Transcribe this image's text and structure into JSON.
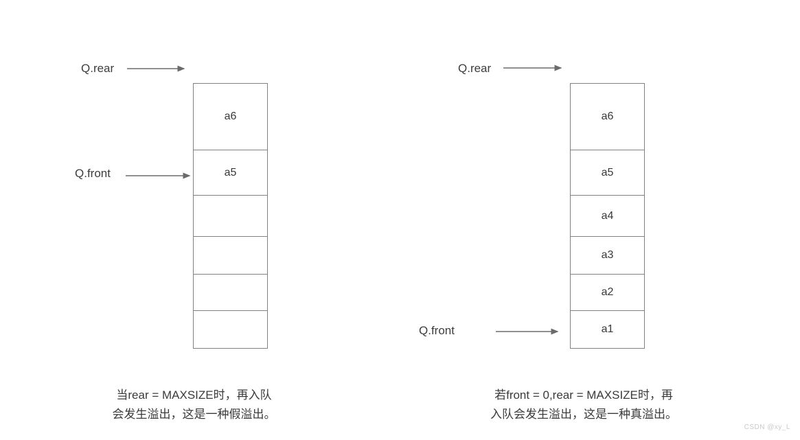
{
  "colors": {
    "background": "#ffffff",
    "stack_border": "#818181",
    "arrow": "#6b6b6b",
    "text": "#3a3a3a",
    "watermark_text": "#c9c9c9"
  },
  "diagrams": {
    "left": {
      "rear_label": "Q.rear",
      "front_label": "Q.front",
      "cells": [
        {
          "label": "a6"
        },
        {
          "label": "a5"
        },
        {
          "label": ""
        },
        {
          "label": ""
        },
        {
          "label": ""
        },
        {
          "label": ""
        }
      ],
      "caption_line1": "当rear = MAXSIZE时，再入队",
      "caption_line2": "会发生溢出，这是一种假溢出。"
    },
    "right": {
      "rear_label": "Q.rear",
      "front_label": "Q.front",
      "cells": [
        {
          "label": "a6"
        },
        {
          "label": "a5"
        },
        {
          "label": "a4"
        },
        {
          "label": "a3"
        },
        {
          "label": "a2"
        },
        {
          "label": "a1"
        }
      ],
      "caption_line1": "若front = 0,rear = MAXSIZE时，再",
      "caption_line2": "入队会发生溢出，这是一种真溢出。"
    }
  },
  "watermark": "CSDN @xy_L"
}
